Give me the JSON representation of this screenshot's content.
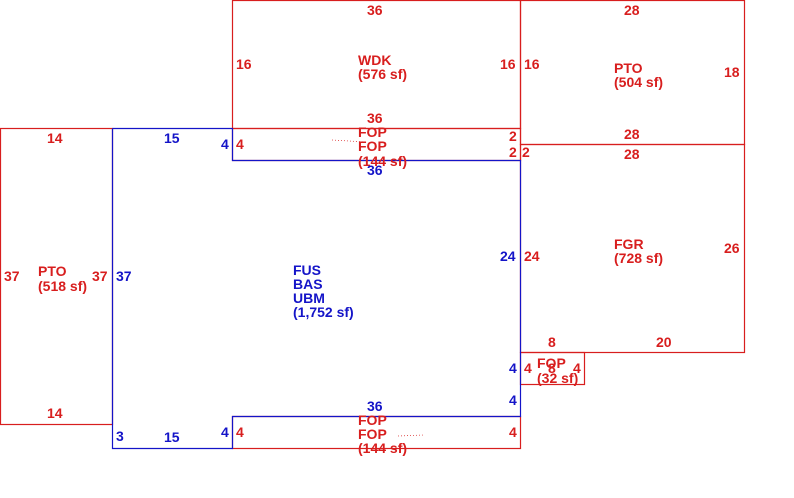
{
  "colors": {
    "structure": "#d81e1e",
    "main": "#1414c8"
  },
  "areas": {
    "wdk": {
      "code": "WDK",
      "area": "(576 sf)"
    },
    "pto_top": {
      "code": "PTO",
      "area": "(504 sf)"
    },
    "pto_left": {
      "code": "PTO",
      "area": "(518 sf)"
    },
    "fgr": {
      "code": "FGR",
      "area": "(728 sf)"
    },
    "fop_top": {
      "code1": "FOP",
      "code2": "FOP",
      "area": "(144 sf)"
    },
    "fop_bottom": {
      "code1": "FOP",
      "code2": "FOP",
      "area": "(144 sf)"
    },
    "fop_small": {
      "code": "FOP",
      "area": "(32 sf)"
    },
    "main": {
      "line1": "FUS",
      "line2": "BAS",
      "line3": "UBM",
      "area": "(1,752 sf)"
    }
  },
  "dims": {
    "wdk_top": "36",
    "wdk_left": "16",
    "wdk_right": "16",
    "wdk_bottom": "36",
    "pto_top_top": "28",
    "pto_top_left": "16",
    "pto_top_right": "18",
    "pto_top_bottom": "28",
    "fop_top_left": "4",
    "fop_top_r1": "2",
    "fop_top_r2": "2",
    "fop_top_bottom": "36",
    "fgr_top": "28",
    "fgr_left_2": "2",
    "fgr_left": "24",
    "fgr_right": "26",
    "fgr_bottom_8": "8",
    "fgr_bottom_20": "20",
    "pto_left_top": "14",
    "pto_left_left": "37",
    "pto_left_right": "37",
    "pto_left_bottom": "14",
    "main_top_15": "15",
    "main_left_37": "37",
    "main_4a": "4",
    "main_right_24": "24",
    "main_right_4a": "4",
    "main_right_4b": "4",
    "main_bottom_15": "15",
    "main_3": "3",
    "main_4b": "4",
    "fop_bot_top": "36",
    "fop_bot_left": "4",
    "fop_bot_right": "4",
    "fop_small_left": "4",
    "fop_small_right": "4",
    "fop_small_inner": "8"
  }
}
